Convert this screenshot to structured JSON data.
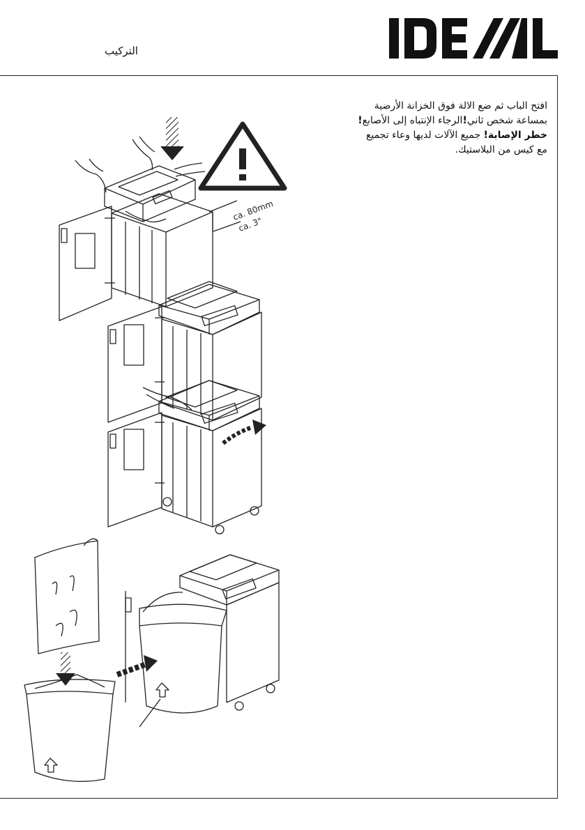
{
  "header": {
    "title": "التركيب",
    "brand": "IDEAL"
  },
  "instructions": {
    "line1": "افتح الباب ثم ضع الالة فوق الخزانة الأرضية",
    "line2_pre": "بمساعة شخص ثاني",
    "line2_bang1": "!",
    "line2_mid": "الرجاء الإنتباه إلى الأصابع",
    "line2_bang2": "!",
    "line3_bold": "خطر الإصابة!",
    "line3_rest": " جميع الآلات لديها وعاء تجميع",
    "line4": "مع كيس من البلاستيك."
  },
  "dimension": {
    "metric": "ca. 80mm",
    "imperial": "ca. 3\""
  },
  "icons": {
    "warning": "warning-triangle-icon",
    "arrow": "arrow-icon",
    "up_arrow": "up-arrow-icon"
  }
}
